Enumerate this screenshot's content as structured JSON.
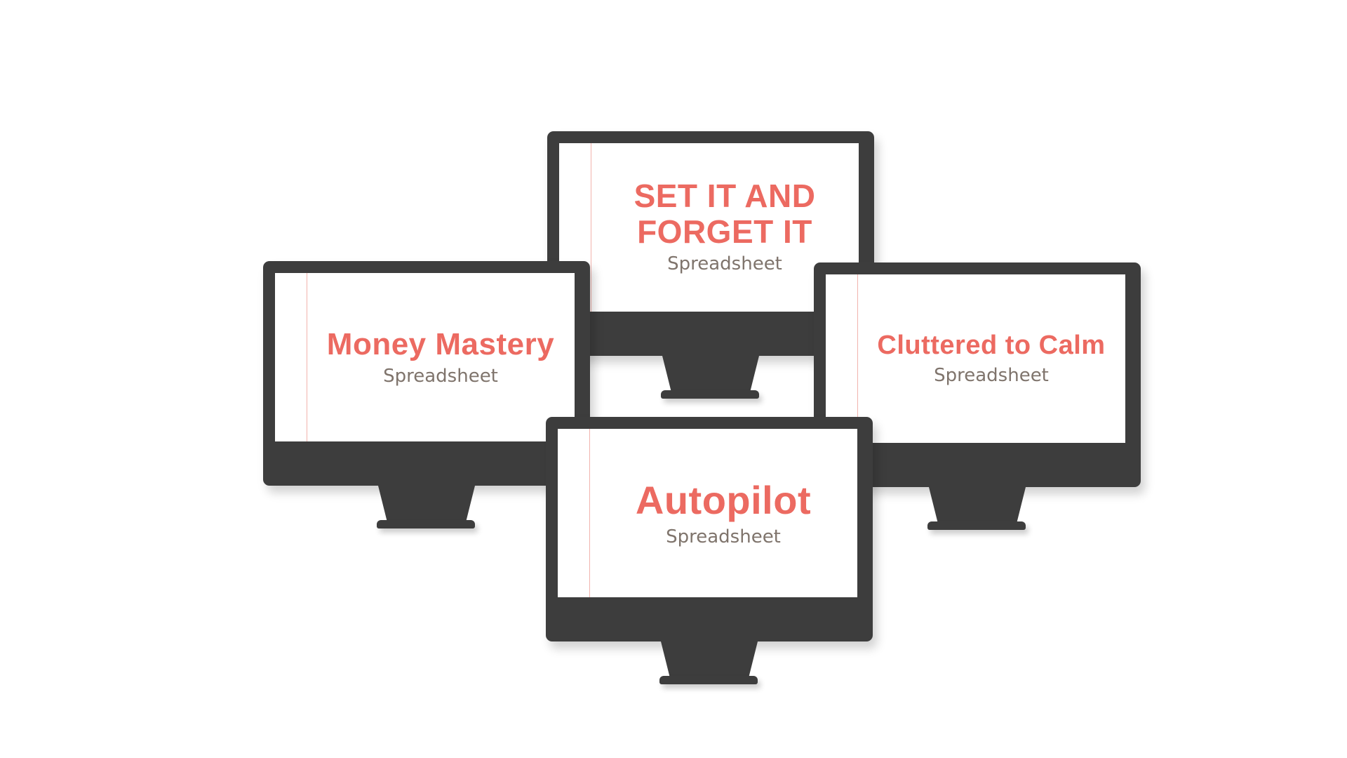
{
  "colors": {
    "bezel": "#3d3d3d",
    "accent": "#ec6a61",
    "subtitle": "#7f746c",
    "screen": "#ffffff"
  },
  "monitors": [
    {
      "id": "set-it-and-forget-it",
      "title_line1": "SET IT AND",
      "title_line2": "FORGET IT",
      "subtitle": "Spreadsheet"
    },
    {
      "id": "money-mastery",
      "title_line1": "Money Mastery",
      "title_line2": "",
      "subtitle": "Spreadsheet"
    },
    {
      "id": "cluttered-to-calm",
      "title_line1": "Cluttered to Calm",
      "title_line2": "",
      "subtitle": "Spreadsheet"
    },
    {
      "id": "autopilot",
      "title_line1": "Autopilot",
      "title_line2": "",
      "subtitle": "Spreadsheet"
    }
  ]
}
